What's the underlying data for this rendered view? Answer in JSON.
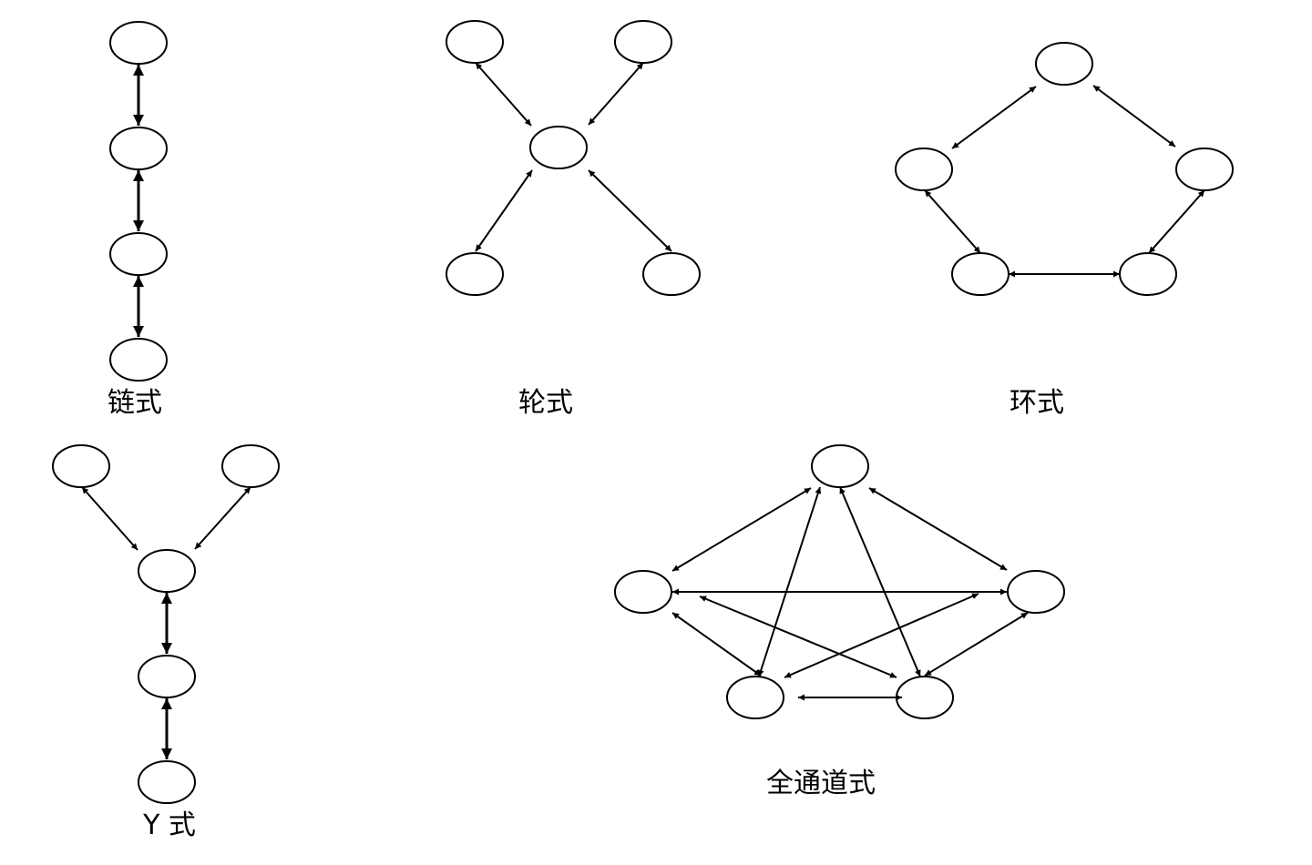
{
  "diagrams": [
    {
      "key": "chain",
      "label": "链式"
    },
    {
      "key": "wheel",
      "label": "轮式"
    },
    {
      "key": "circle",
      "label": "环式"
    },
    {
      "key": "y",
      "label": "Y 式"
    },
    {
      "key": "all_channel",
      "label": "全通道式"
    }
  ],
  "colors": {
    "stroke": "#000000",
    "background": "#ffffff"
  }
}
